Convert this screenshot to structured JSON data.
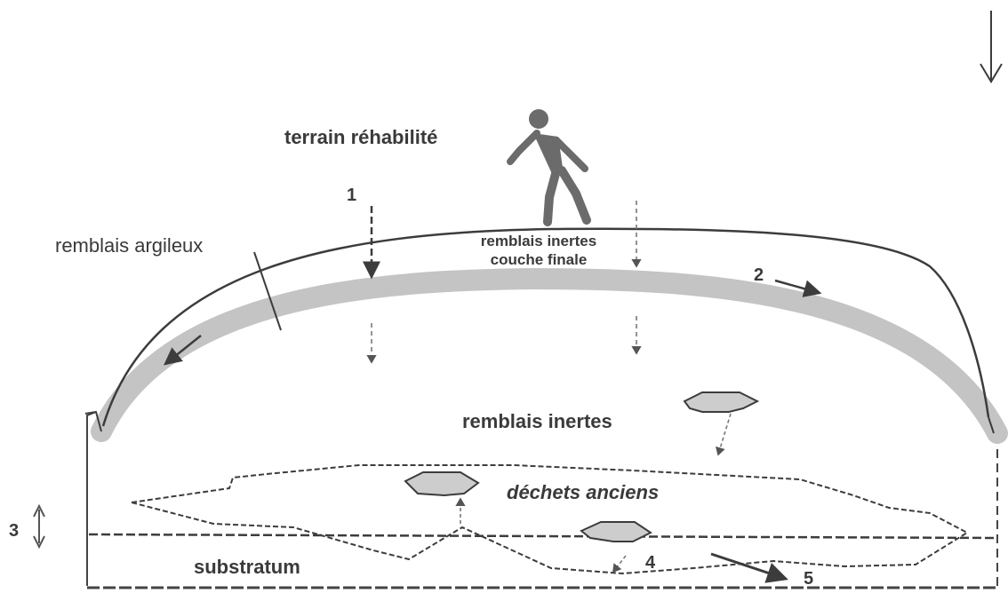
{
  "labels": {
    "terrain": "terrain réhabilité",
    "remblais_argileux": "remblais argileux",
    "remblais_inertes_top_line1": "remblais inertes",
    "remblais_inertes_top_line2": "couche finale",
    "remblais_inertes": "remblais inertes",
    "dechets_anciens": "déchets anciens",
    "substratum": "substratum"
  },
  "markers": {
    "m1": "1",
    "m2": "2",
    "m3": "3",
    "m4": "4",
    "m5": "5"
  },
  "colors": {
    "line": "#3c3c3c",
    "clay_band": "#c4c4c4",
    "blob_fill": "#cdcdcd",
    "person": "#6b6b6b",
    "text": "#3a3a3a"
  },
  "icons": {
    "person": "walking-person-icon",
    "north_arrow": "down-arrow-icon"
  }
}
